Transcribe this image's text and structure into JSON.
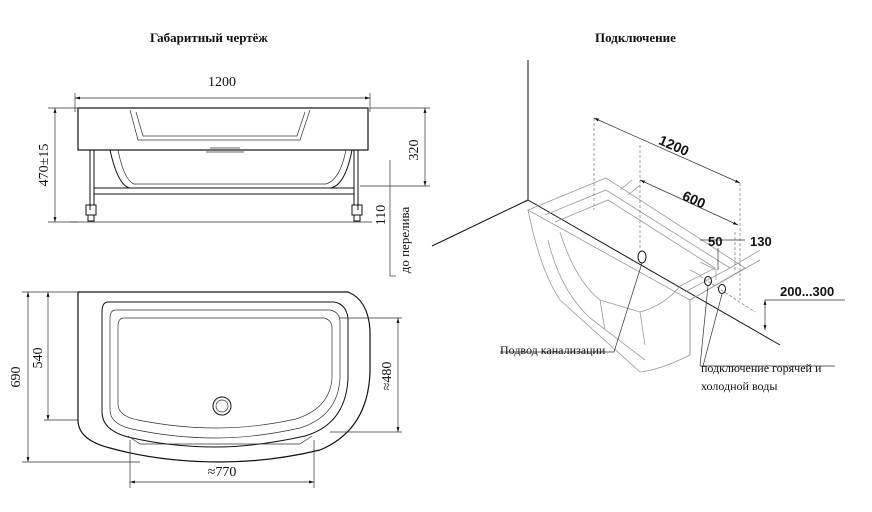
{
  "headings": {
    "dimensional_drawing": "Габаритный чертёж",
    "connection": "Подключение"
  },
  "dimensions": {
    "length": "1200",
    "height_total": "470±15",
    "height_tub": "320",
    "overflow_height": "110",
    "overflow_note": "до перелива",
    "width_total": "690",
    "width_inner": "540",
    "inner_depth_approx": "≈480",
    "inner_length_approx": "≈770"
  },
  "connection": {
    "length": "1200",
    "half_length": "600",
    "offset_50": "50",
    "offset_130": "130",
    "pipe_height_range": "200...300",
    "drain_label": "Подвод канализации",
    "water_label_line1": "подключение горячей и",
    "water_label_line2": "холодной воды"
  }
}
